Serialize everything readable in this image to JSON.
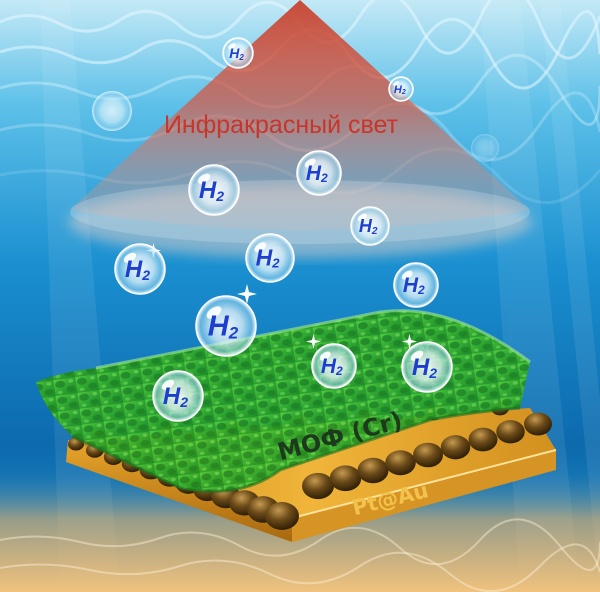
{
  "labels": {
    "infrared_light": "Инфракрасный свет",
    "mof": "МОФ (Cr)",
    "substrate": "Pt@Au"
  },
  "bubble": {
    "formula_main": "H",
    "formula_sub": "2"
  },
  "colors": {
    "water_top": "#bfe6f5",
    "water_mid": "#1a8fd0",
    "water_deep": "#0a5a9a",
    "sand": "#e8b06a",
    "light_cone": "#d9553f",
    "mof_green": "#2fb02a",
    "gold": "#e6a62a",
    "particle": "#4a3410",
    "h2_text": "#1c3fcf"
  }
}
